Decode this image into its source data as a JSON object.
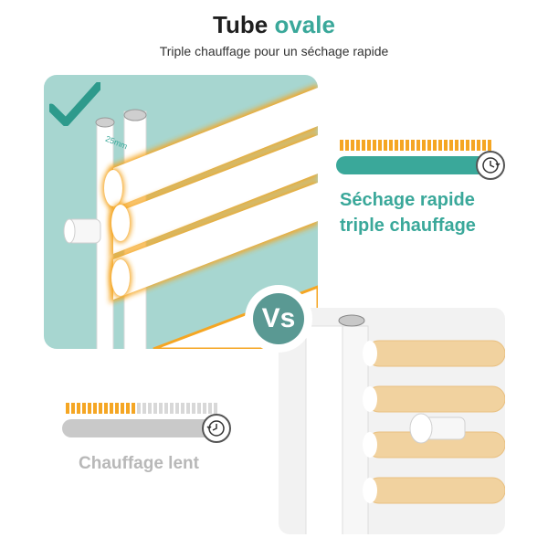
{
  "header": {
    "title_main": "Tube",
    "title_accent": "ovale",
    "subtitle": "Triple chauffage pour un séchage rapide"
  },
  "comparison": {
    "vs_label": "Vs",
    "oval": {
      "dimension_label": "25mm",
      "heat_level": 1.0,
      "label_line1": "Séchage rapide",
      "label_line2": "triple chauffage"
    },
    "round": {
      "heat_level": 0.45,
      "label": "Chauffage lent"
    }
  },
  "colors": {
    "accent": "#3aa89a",
    "heat": "#f5a623",
    "muted": "#b8b8b8"
  },
  "icons": {
    "check": "check-icon",
    "clock_fast": "clock-icon",
    "clock_slow": "clock-icon"
  }
}
